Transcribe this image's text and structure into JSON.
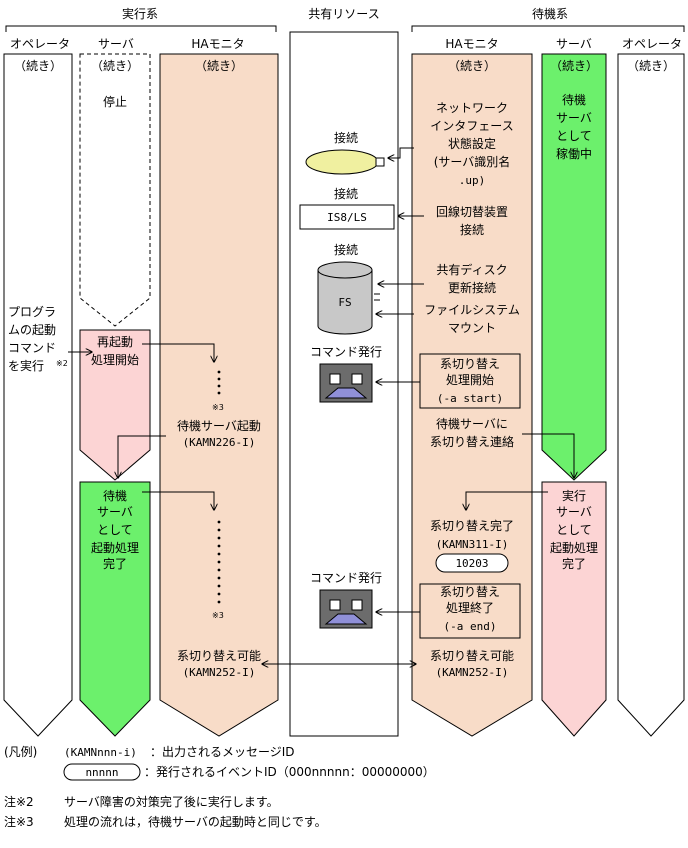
{
  "headers": {
    "active_system": "実行系",
    "shared_resources": "共有リソース",
    "standby_system": "待機系"
  },
  "columns": {
    "left_operator": "オペレータ",
    "left_server": "サーバ",
    "left_ha_monitor": "HAモニタ",
    "right_ha_monitor": "HAモニタ",
    "right_server": "サーバ",
    "right_operator": "オペレータ"
  },
  "continued": "（続き）",
  "left_server_stopped": "停止",
  "left_operator_action": [
    "プログラ",
    "ムの起動",
    "コマンド",
    "を実行"
  ],
  "note_mark_2": "※2",
  "note_mark_3": "※3",
  "restart_start": [
    "再起動",
    "処理開始"
  ],
  "standby_server_start": [
    "待機サーバ起動",
    "(KAMN226-I)"
  ],
  "left_standby_running": [
    "待機",
    "サーバ",
    "として",
    "起動処理",
    "完了"
  ],
  "switchable": [
    "系切り替え可能",
    "(KAMN252-I)"
  ],
  "shared": {
    "connect_1": "接続",
    "connect_2": "接続",
    "connect_3": "接続",
    "device_label": "IS8/LS",
    "disk_label": "FS",
    "command_issue_1": "コマンド発行",
    "command_issue_2": "コマンド発行"
  },
  "right_ha": {
    "network_state": [
      "ネットワーク",
      "インタフェース",
      "状態設定",
      "(サーバ識別名",
      ".up)"
    ],
    "line_switch": [
      "回線切替装置",
      "接続"
    ],
    "shared_disk": [
      "共有ディスク",
      "更新接続"
    ],
    "fs_mount": [
      "ファイルシステム",
      "マウント"
    ],
    "switch_start": [
      "系切り替え",
      "処理開始",
      "(-a start)"
    ],
    "notify": [
      "待機サーバに",
      "系切り替え連絡"
    ],
    "switch_done": [
      "系切り替え完了",
      "(KAMN311-I)"
    ],
    "event_id": "10203",
    "switch_end": [
      "系切り替え",
      "処理終了",
      "(-a end)"
    ]
  },
  "right_server_running": [
    "待機",
    "サーバ",
    "として",
    "稼働中"
  ],
  "right_server_execution": [
    "実行",
    "サーバ",
    "として",
    "起動処理",
    "完了"
  ],
  "legend": {
    "title": "(凡例)",
    "message_sample": "(KAMNnnn-i)",
    "message_desc": "：出力されるメッセージID",
    "event_sample": "nnnnn",
    "event_desc": "：発行されるイベントID（000nnnnn：00000000）"
  },
  "notes": [
    {
      "mark": "注※2",
      "text": "サーバ障害の対策完了後に実行します。"
    },
    {
      "mark": "注※3",
      "text": "処理の流れは，待機サーバの起動時と同じです。"
    }
  ],
  "colors": {
    "ha_bar": "#f8dcc8",
    "green": "#6cf06c",
    "pink": "#fcd4d4",
    "cylinder": "#c8c8c8",
    "ellipse": "#f0f0a0",
    "command_box": "#6c6c6c"
  }
}
